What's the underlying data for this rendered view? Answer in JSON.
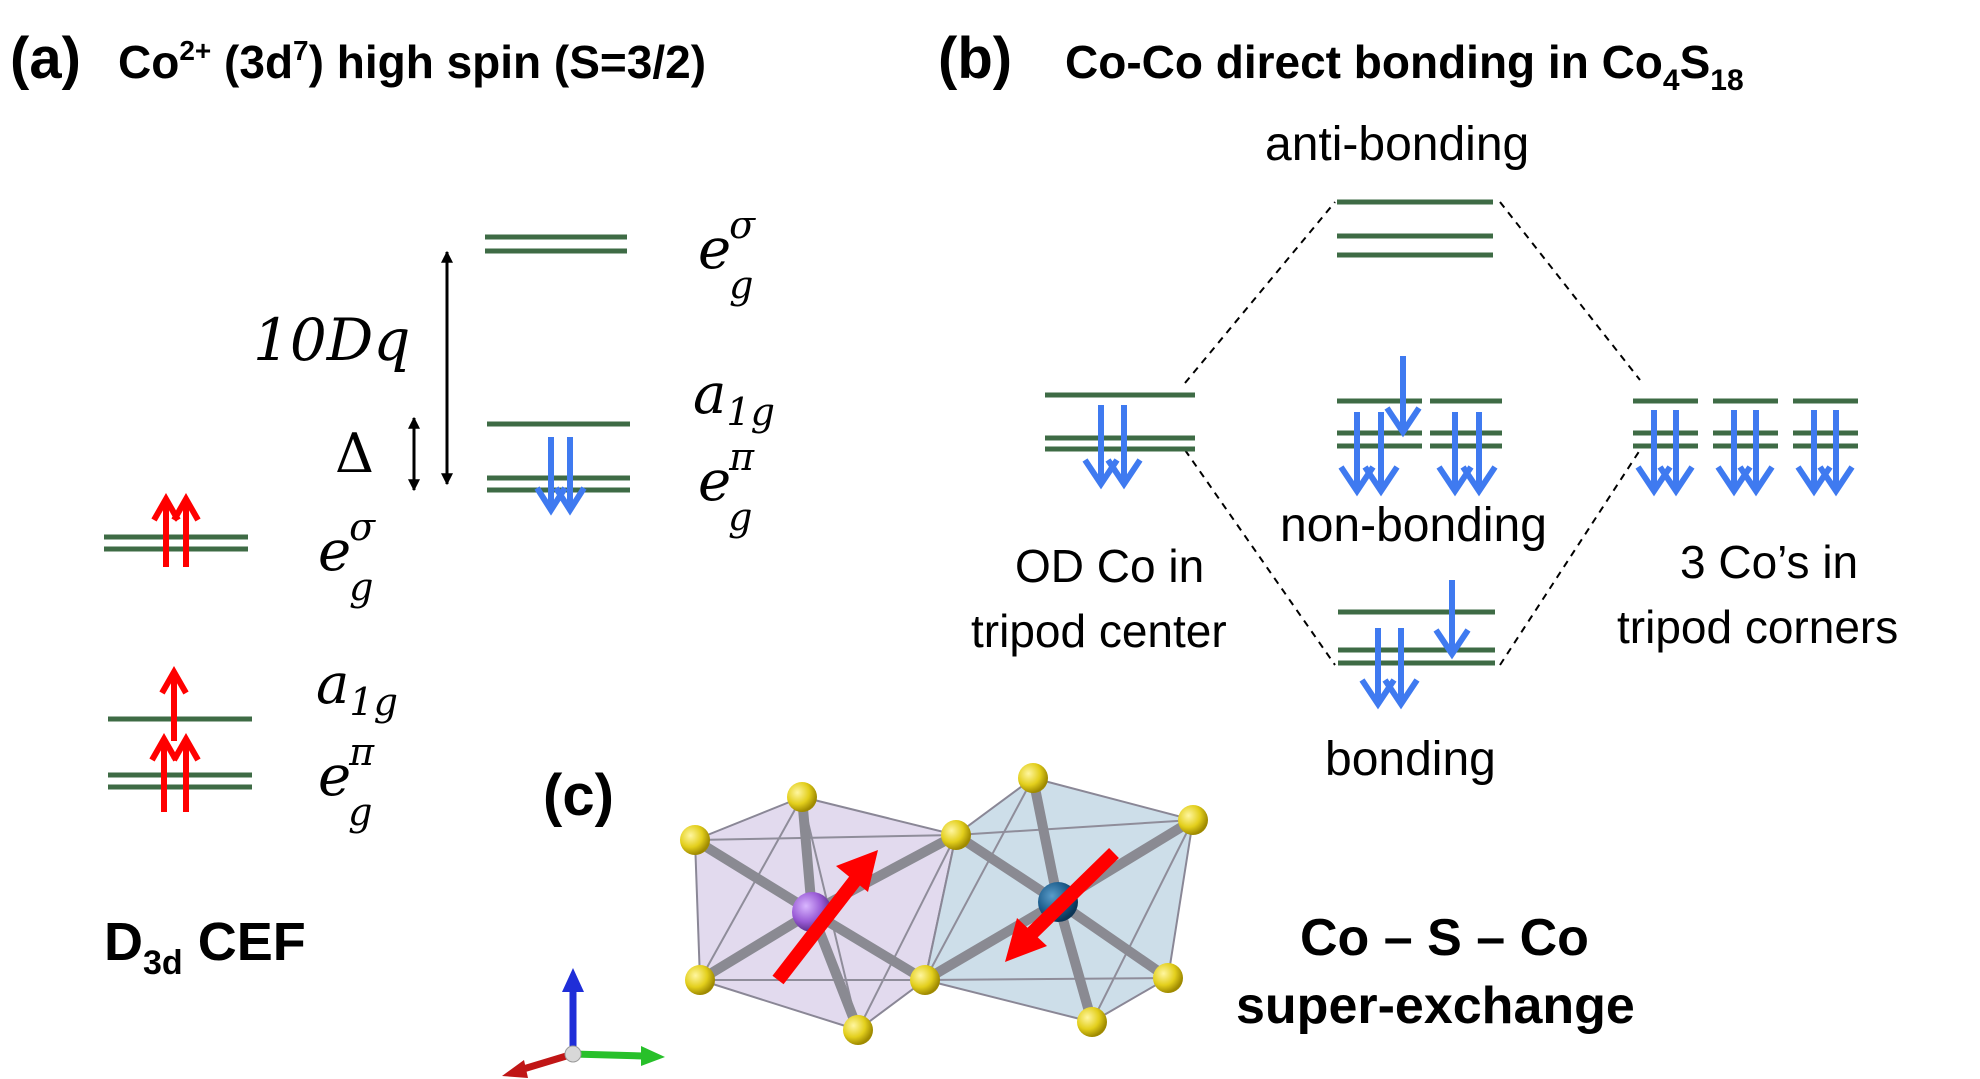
{
  "panel_a": {
    "label": "(a)",
    "title_prefix": "Co",
    "title_sup": "2+",
    "title_mid": " (3d",
    "title_sup2": "7",
    "title_suffix": ") high spin (S=3/2)",
    "gap_label": "10Dq",
    "delta_label": "Δ",
    "levels": {
      "e_g": "e",
      "sub_g": "g",
      "sigma": "σ",
      "pi": "π",
      "a": "a",
      "sub_1g": "1g"
    },
    "footer_main": "D",
    "footer_sub": "3d",
    "footer_rest": " CEF"
  },
  "panel_b": {
    "label": "(b)",
    "title_prefix": "Co-Co direct bonding in Co",
    "title_sub1": "4",
    "title_mid": "S",
    "title_sub2": "18",
    "anti_bonding": "anti-bonding",
    "non_bonding": "non-bonding",
    "bonding": "bonding",
    "left_line1": "OD Co in",
    "left_line2": "tripod center",
    "right_line1": "3 Co’s in",
    "right_line2": "tripod corners"
  },
  "panel_c": {
    "label": "(c)",
    "caption_line1": "Co – S – Co",
    "caption_line2": "super-exchange"
  },
  "colors": {
    "level_green": "#3e6b45",
    "spin_red": "#ff0000",
    "spin_blue": "#3f7af0",
    "sulfur": "#e3cf1c",
    "co_purple": "#9a5cd6",
    "co_blue": "#1f5f8e",
    "octa_purple": "#d8cde8",
    "octa_blue": "#bcd3e2"
  }
}
